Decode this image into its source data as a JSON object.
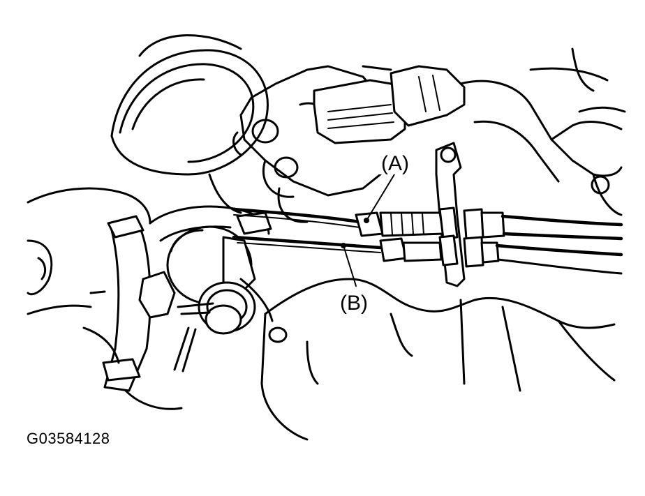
{
  "figure": {
    "callouts": [
      {
        "id": "A",
        "label": "(A)"
      },
      {
        "id": "B",
        "label": "(B)"
      }
    ],
    "figure_code": "G03584128"
  },
  "colors": {
    "line": "#000000",
    "background": "#ffffff"
  }
}
